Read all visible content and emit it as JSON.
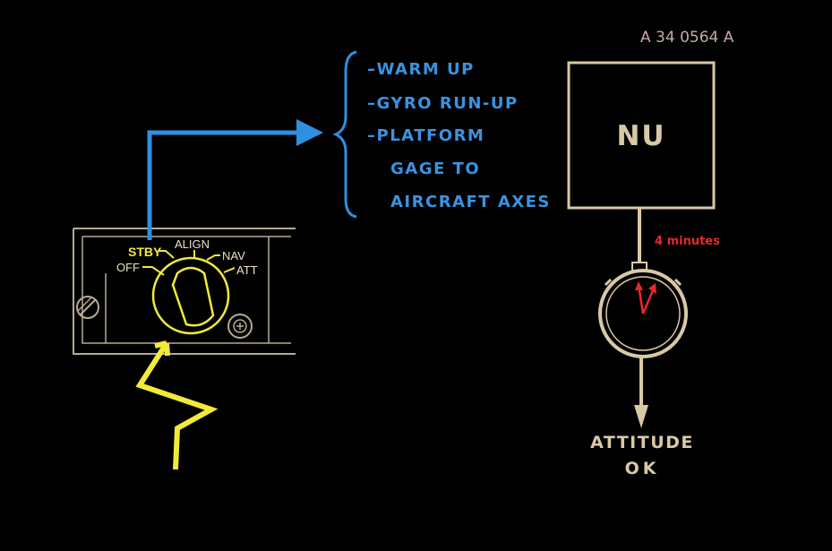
{
  "figure_id": "A 34 0564 A",
  "steps": [
    "–WARM  UP",
    "–GYRO  RUN-UP",
    "–PLATFORM",
    "GAGE  TO",
    "AIRCRAFT  AXES"
  ],
  "box_label": "NU",
  "timer_label": "4 minutes",
  "result": [
    "ATTITUDE",
    "OK"
  ],
  "selector_positions": {
    "off": "OFF",
    "stby": "STBY",
    "align": "ALIGN",
    "nav": "NAV",
    "att": "ATT"
  },
  "colors": {
    "background": "#000000",
    "blue": "#2f8fe0",
    "text_blue": "#3a93e0",
    "yellow": "#f2ea3a",
    "beige": "#d8c9a6",
    "panel": "#b5ab8f",
    "red": "#e42a2a",
    "figure_id": "#c8a8a8"
  },
  "icons": [
    "brace-icon",
    "arrow-right-icon",
    "lightning-icon",
    "stopwatch-icon",
    "arrow-down-icon",
    "screw-icon"
  ]
}
